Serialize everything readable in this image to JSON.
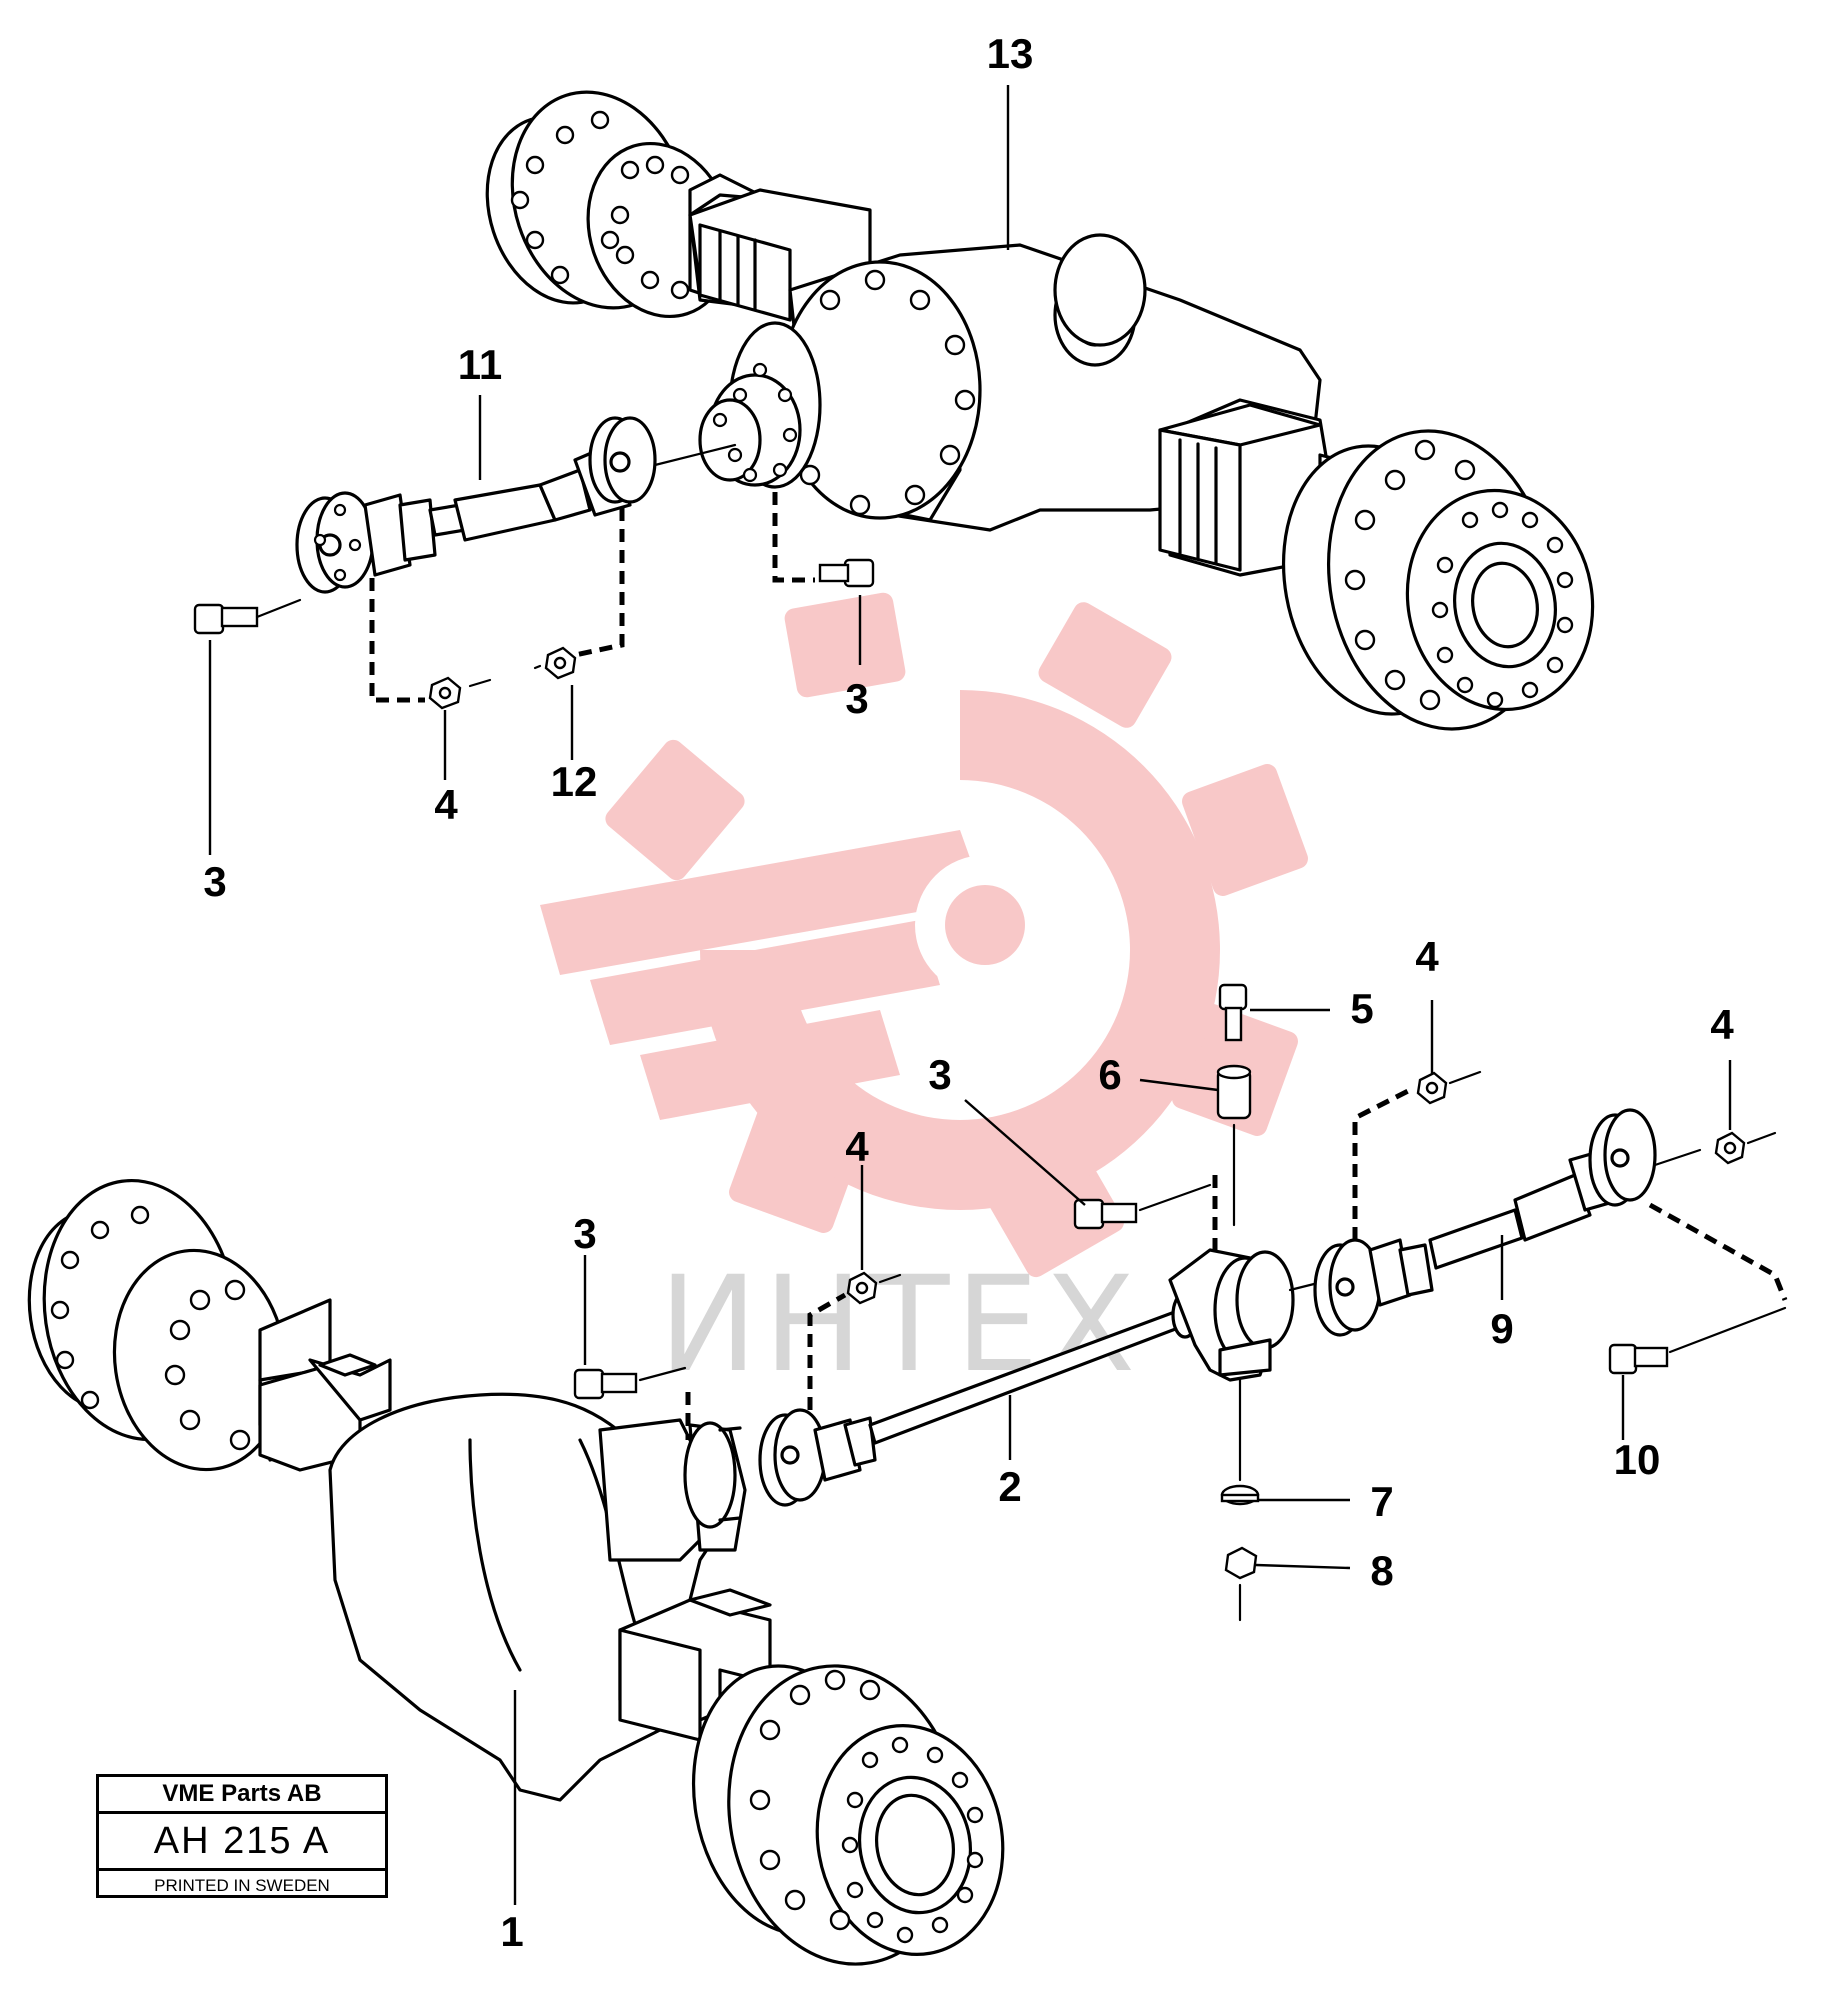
{
  "diagram": {
    "callouts": [
      {
        "id": "c13",
        "label": "13",
        "part": "axle-rear-upper"
      },
      {
        "id": "c11",
        "label": "11",
        "part": "propeller-shaft-upper"
      },
      {
        "id": "c3a",
        "label": "3",
        "part": "flange-bolt"
      },
      {
        "id": "c4a",
        "label": "4",
        "part": "lock-nut"
      },
      {
        "id": "c12",
        "label": "12",
        "part": "nut"
      },
      {
        "id": "c3b",
        "label": "3",
        "part": "flange-bolt"
      },
      {
        "id": "c4b",
        "label": "4",
        "part": "lock-nut"
      },
      {
        "id": "c5",
        "label": "5",
        "part": "bolt"
      },
      {
        "id": "c6",
        "label": "6",
        "part": "spacer"
      },
      {
        "id": "c3c",
        "label": "3",
        "part": "flange-bolt"
      },
      {
        "id": "c4c",
        "label": "4",
        "part": "lock-nut"
      },
      {
        "id": "c4d",
        "label": "4",
        "part": "lock-nut"
      },
      {
        "id": "c3d",
        "label": "3",
        "part": "flange-bolt"
      },
      {
        "id": "c9",
        "label": "9",
        "part": "propeller-shaft-front"
      },
      {
        "id": "c10",
        "label": "10",
        "part": "bolt"
      },
      {
        "id": "c2",
        "label": "2",
        "part": "intermediate-shaft"
      },
      {
        "id": "c7",
        "label": "7",
        "part": "washer"
      },
      {
        "id": "c8",
        "label": "8",
        "part": "nut"
      },
      {
        "id": "c1",
        "label": "1",
        "part": "axle-lower"
      }
    ]
  },
  "watermark": {
    "text": "ИНТЕХ",
    "logo_color": "#f4a3a3"
  },
  "title_block": {
    "company": "VME Parts AB",
    "drawing_number": "AH 215  A",
    "printed": "PRINTED IN SWEDEN"
  }
}
